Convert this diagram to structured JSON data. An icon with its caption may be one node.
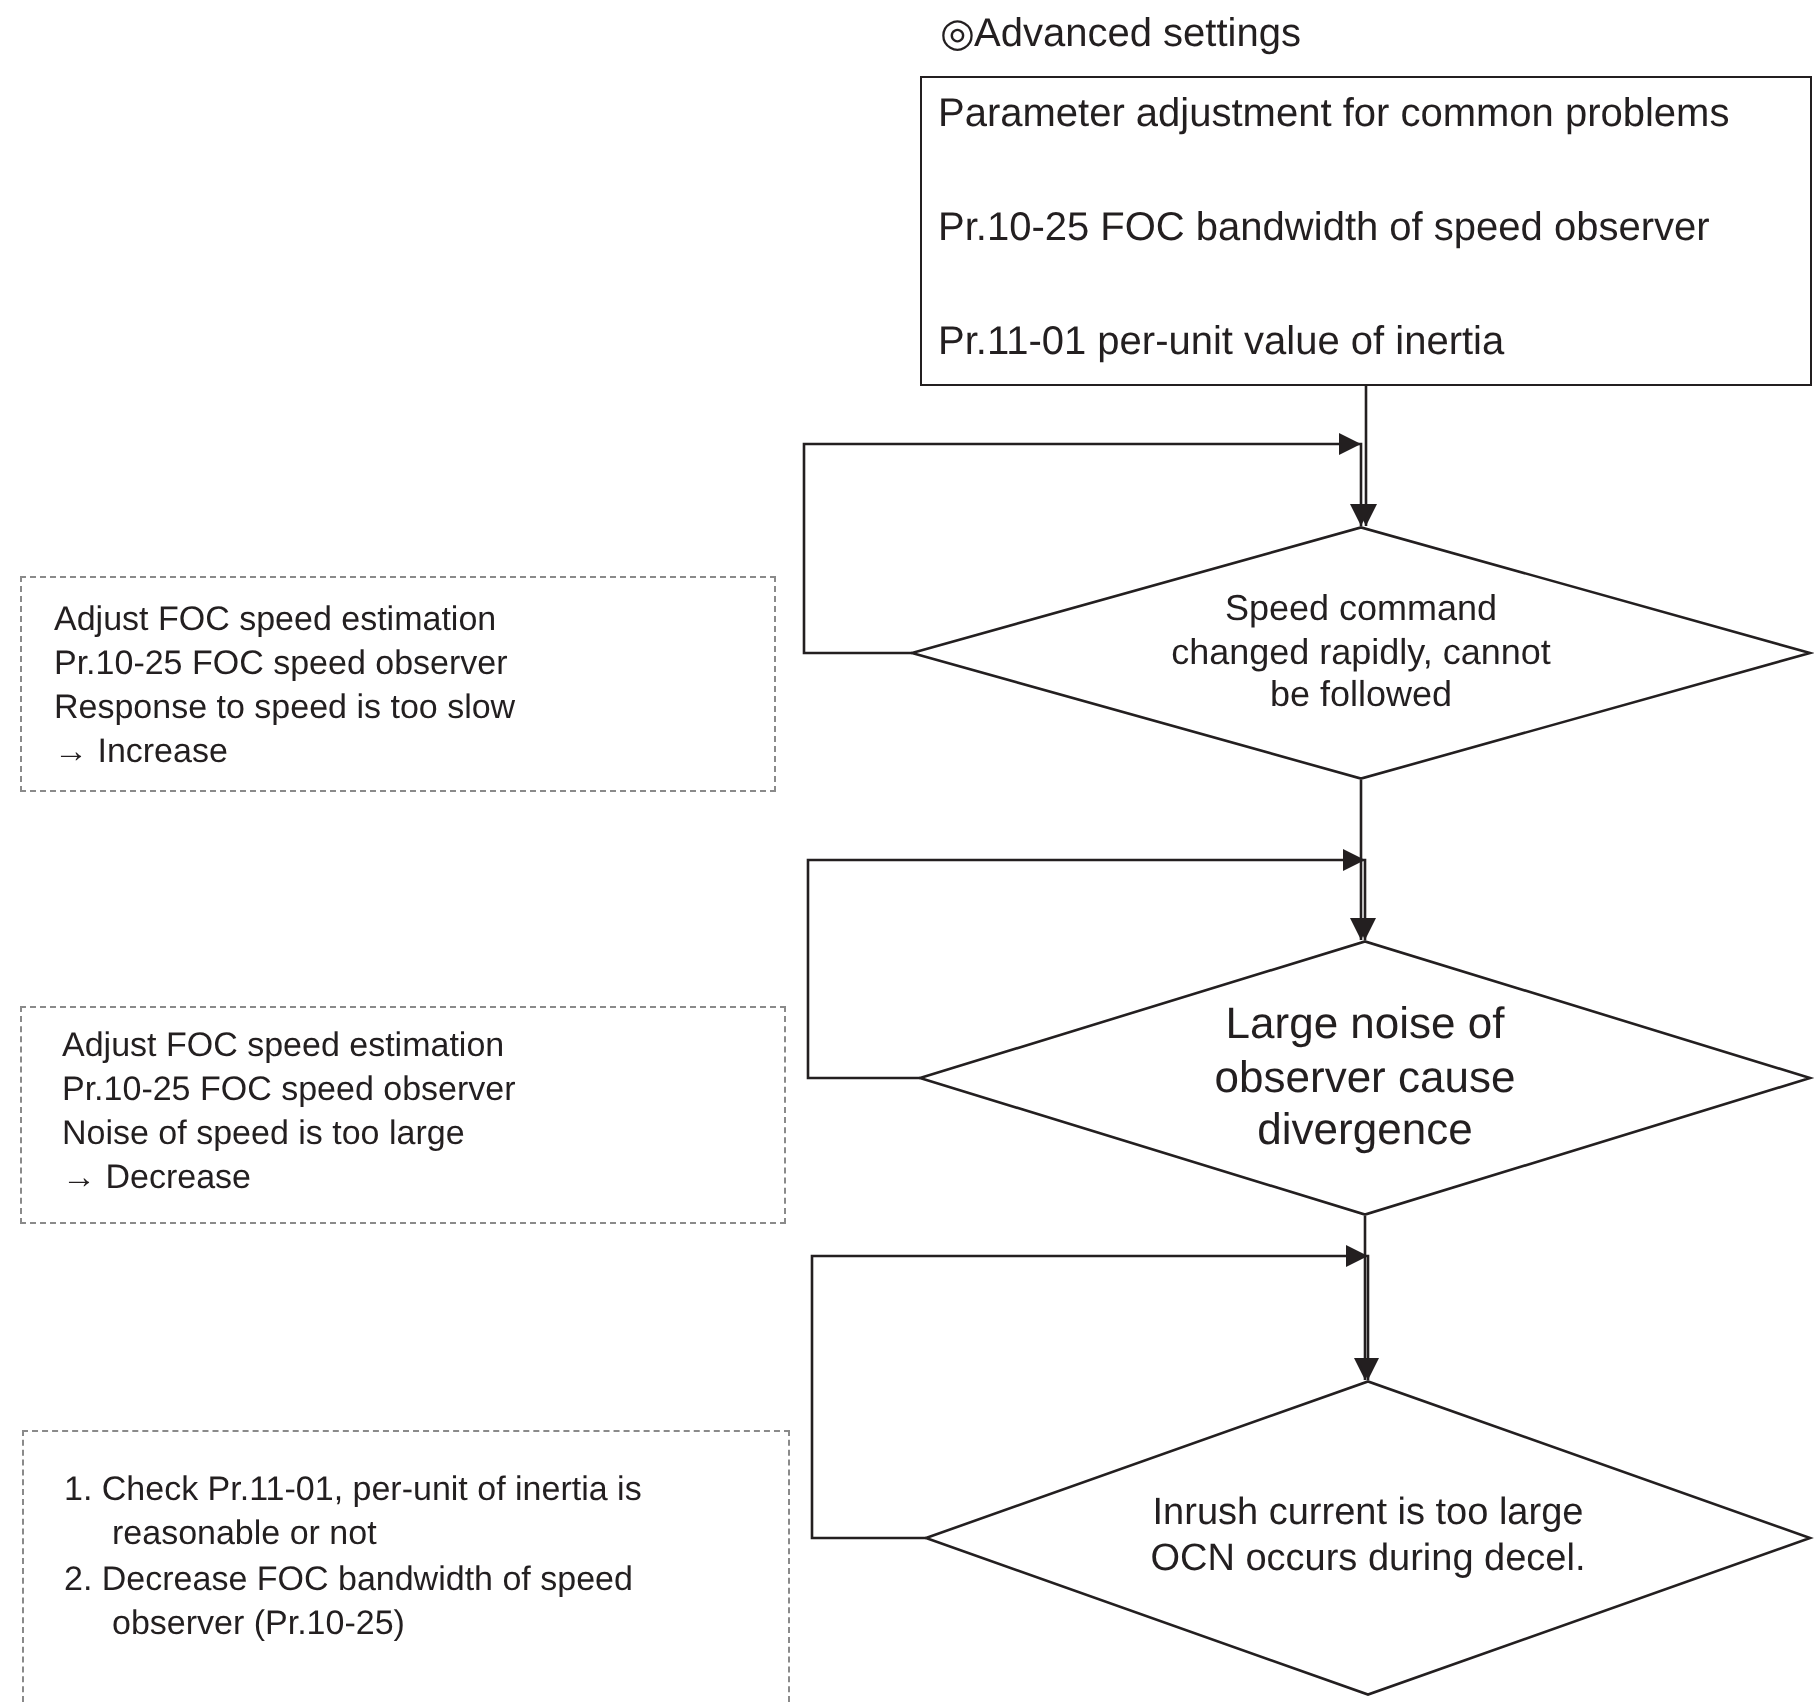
{
  "diagram": {
    "nodes": [
      {
        "text": [
          "◎Advanced settings",
          "Parameter adjustment for common problems",
          "Pr.10-25 FOC bandwidth of speed observer",
          "Pr.11-01 per-unit value of inertia"
        ]
      },
      {
        "text": [
          "Speed command changed rapidly, cannot be followed"
        ]
      },
      {
        "text": [
          "Adjust FOC speed estimation",
          "Pr.10-25 FOC speed observer",
          "Response to speed is too slow",
          "→ Increase"
        ]
      },
      {
        "text": [
          "Large noise of observer cause divergence"
        ]
      },
      {
        "text": [
          "Adjust FOC speed estimation",
          "Pr.10-25 FOC speed observer",
          "Noise of speed is too large",
          "→ Decrease"
        ]
      },
      {
        "text": [
          "Inrush current is too large OCN occurs during decel."
        ]
      },
      {
        "text": [
          "1. Check Pr.11-01, per-unit of inertia is reasonable or not",
          "2. Decrease FOC bandwidth of speed observer (Pr.10-25)"
        ]
      }
    ],
    "edges": [
      {
        "from": 0,
        "to": 1,
        "arrow": "to"
      },
      {
        "from": 1,
        "to": 1,
        "arrow": "to"
      },
      {
        "from": 1,
        "to": 3,
        "arrow": "to"
      },
      {
        "from": 3,
        "to": 3,
        "arrow": "to"
      },
      {
        "from": 3,
        "to": 5,
        "arrow": "to"
      },
      {
        "from": 5,
        "to": 5,
        "arrow": "to"
      }
    ]
  }
}
